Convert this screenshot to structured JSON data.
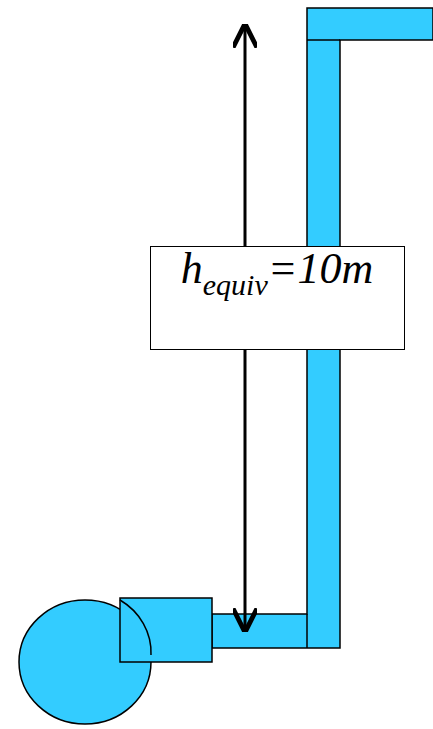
{
  "diagram": {
    "nodes": [
      {
        "text": [
          "h",
          "equiv",
          "=10m"
        ]
      }
    ]
  }
}
